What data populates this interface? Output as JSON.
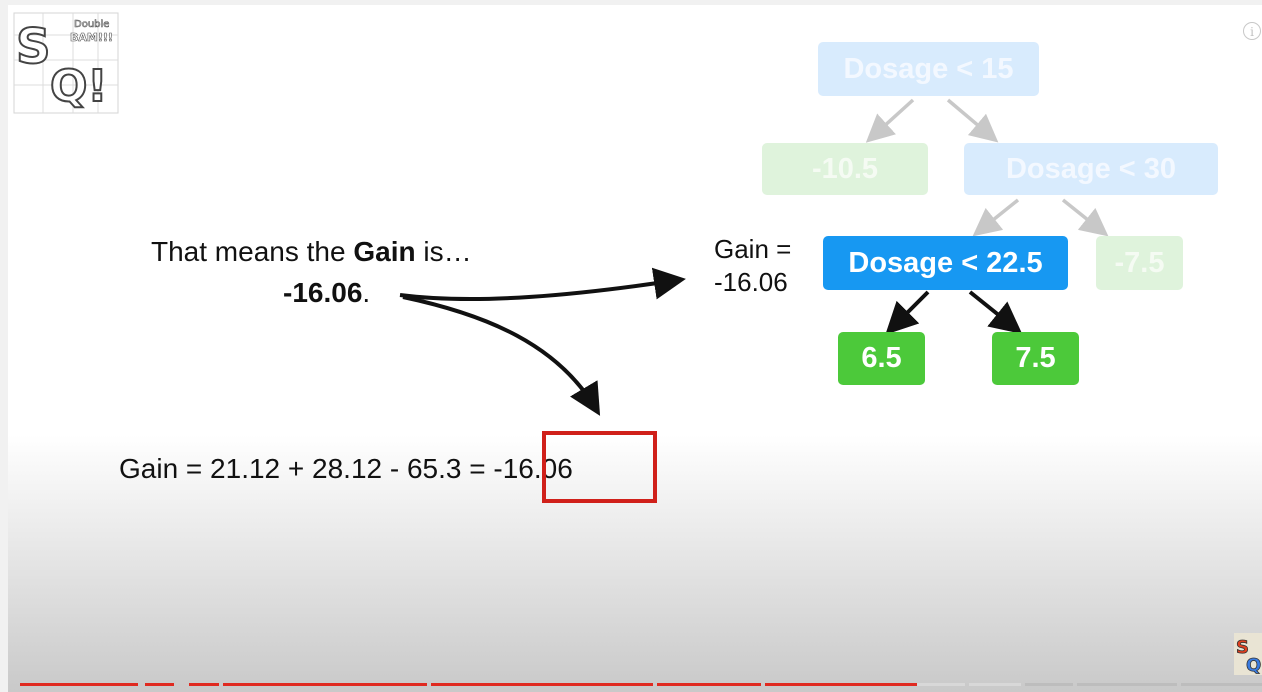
{
  "logo": {
    "text_top": "Double",
    "text_mid": "BAM!!!",
    "letters": "SQ!"
  },
  "info_icon": "info-icon",
  "left_text": {
    "line1_prefix": "That means the ",
    "line1_bold": "Gain",
    "line1_suffix": " is…",
    "line2_bold": "-16.06",
    "line2_suffix": "."
  },
  "equation": {
    "prefix": "Gain = 21.12 + 28.12 - 65.3 = ",
    "result": "-16.06"
  },
  "gain_annotation": {
    "line1": "Gain =",
    "line2": "-16.06"
  },
  "tree": {
    "root": "Dosage < 15",
    "left_leaf": "-10.5",
    "right_split": "Dosage < 30",
    "active_split": "Dosage < 22.5",
    "right_leaf": "-7.5",
    "active_left_leaf": "6.5",
    "active_right_leaf": "7.5"
  },
  "colors": {
    "active_node": "#1798f2",
    "leaf_green": "#4cc93a",
    "highlight_box": "#d0201a",
    "progress_played": "#e02a20"
  }
}
